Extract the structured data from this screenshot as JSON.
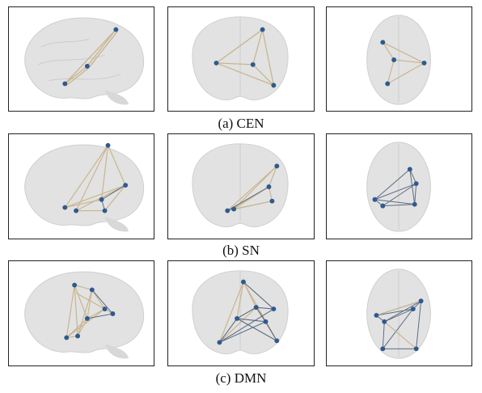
{
  "rows": [
    {
      "caption": "(a) CEN"
    },
    {
      "caption": "(b) SN"
    },
    {
      "caption": "(c) DMN"
    }
  ],
  "views": [
    "sagittal",
    "coronal",
    "axial"
  ],
  "colors": {
    "node": "#2f5a8e",
    "edge": "#c9b58f",
    "edge_dark": "#5b6b80",
    "brain": "#dcdcdc"
  }
}
